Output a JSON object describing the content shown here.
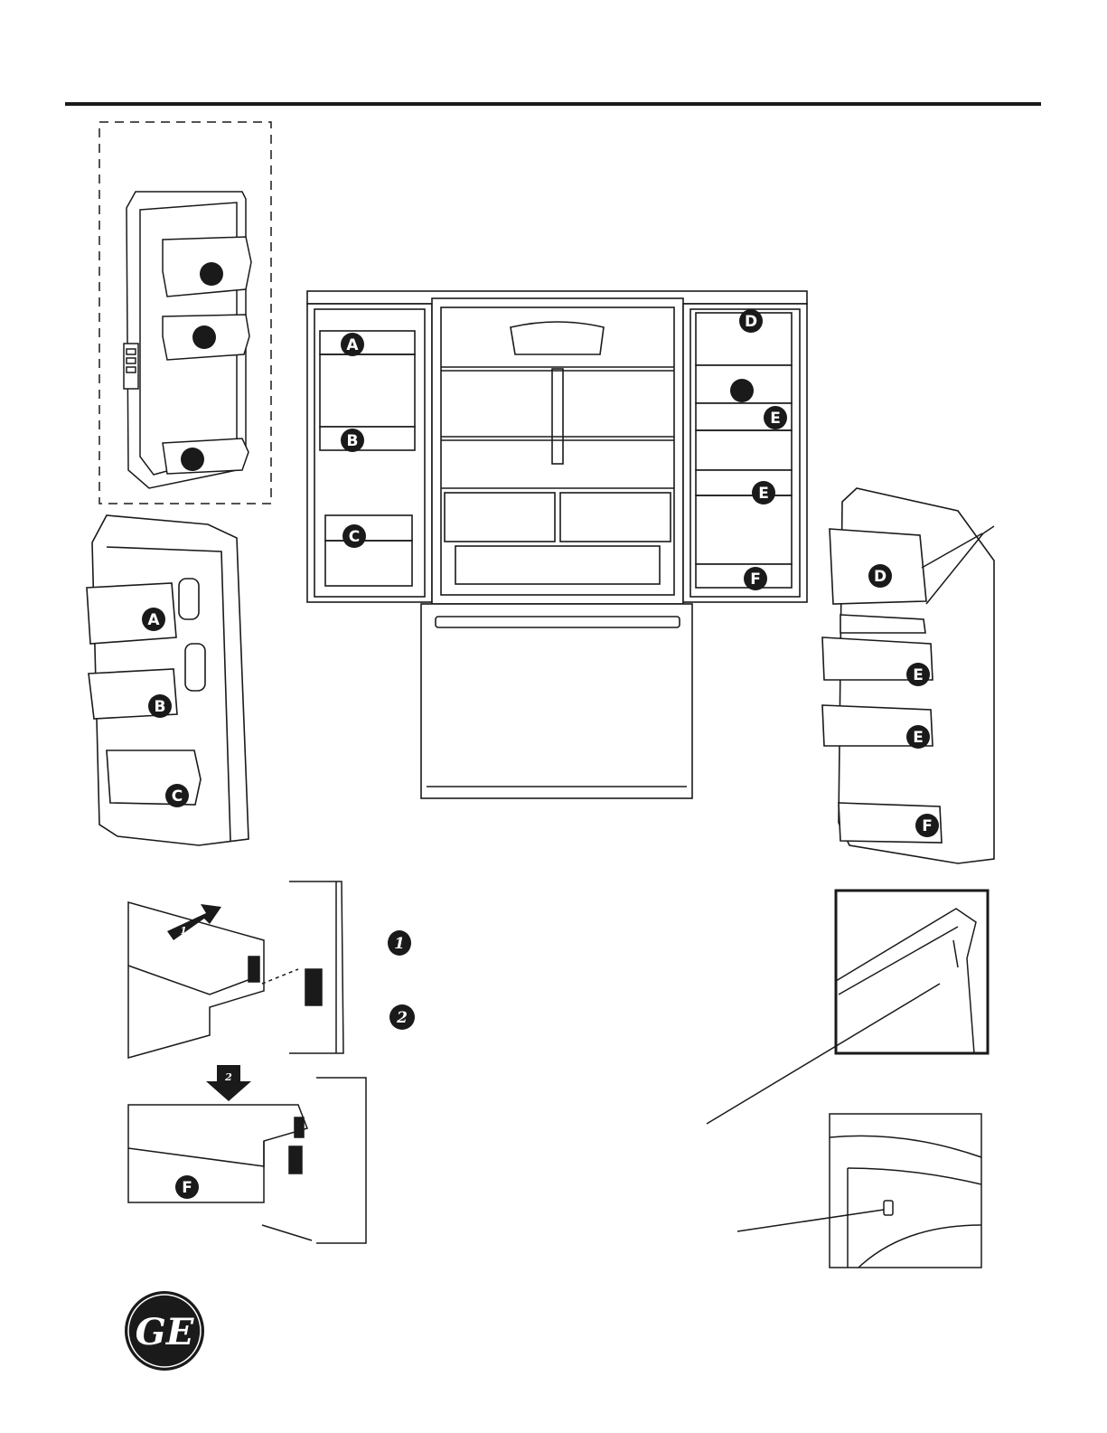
{
  "labels": {
    "fresh_left_a": "A",
    "fresh_left_b": "B",
    "fresh_left_c": "C",
    "fresh_right_d": "D",
    "fresh_right_e1": "E",
    "fresh_right_e2": "E",
    "fresh_right_f": "F",
    "door_left_a": "A",
    "door_left_b": "B",
    "door_left_c": "C",
    "door_right_d": "D",
    "door_right_e1": "E",
    "door_right_e2": "E",
    "door_right_f": "F",
    "install_bin_f": "F"
  },
  "steps": {
    "step_1": "1",
    "step_2": "2",
    "arrow_1": "1",
    "arrow_2": "2"
  },
  "logo": {
    "text": "GE"
  },
  "colors": {
    "line": "#1a1a1a",
    "callout_fill": "#1a1a1a",
    "callout_text": "#ffffff"
  }
}
